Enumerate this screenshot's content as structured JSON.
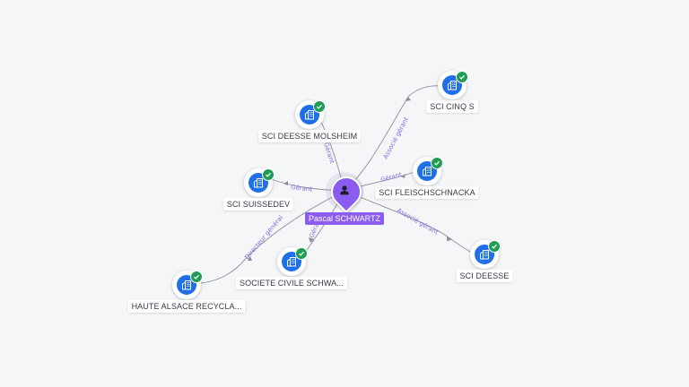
{
  "center": {
    "name": "Pascal SCHWARTZ",
    "icon": "person-icon",
    "color": "#8a5cf0"
  },
  "companies": [
    {
      "id": "sci-cinq-s",
      "name": "SCI CINQ S",
      "relation": "Associé gérant"
    },
    {
      "id": "sci-deesse-molsheim",
      "name": "SCI DEESSE MOLSHEIM",
      "relation": "Gérant"
    },
    {
      "id": "sci-fleischschnacka",
      "name": "SCI FLEISCHSCHNACKA",
      "relation": "Gérant"
    },
    {
      "id": "sci-suissedev",
      "name": "SCI SUISSEDEV",
      "relation": "Gérant"
    },
    {
      "id": "sci-deesse",
      "name": "SCI DEESSE",
      "relation": "Associé gérant"
    },
    {
      "id": "societe-civile-schwa",
      "name": "SOCIETE CIVILE SCHWA...",
      "relation": "Gérant"
    },
    {
      "id": "haute-alsace-recycla",
      "name": "HAUTE ALSACE RECYCLA...",
      "relation": "Directeur général"
    }
  ],
  "colors": {
    "company": "#1e6fe8",
    "verified": "#1f9d55",
    "relation_text": "#7b6fe0",
    "edge": "#8a8e9c"
  },
  "icons": {
    "company": "building-icon",
    "verified": "check-badge-icon"
  }
}
